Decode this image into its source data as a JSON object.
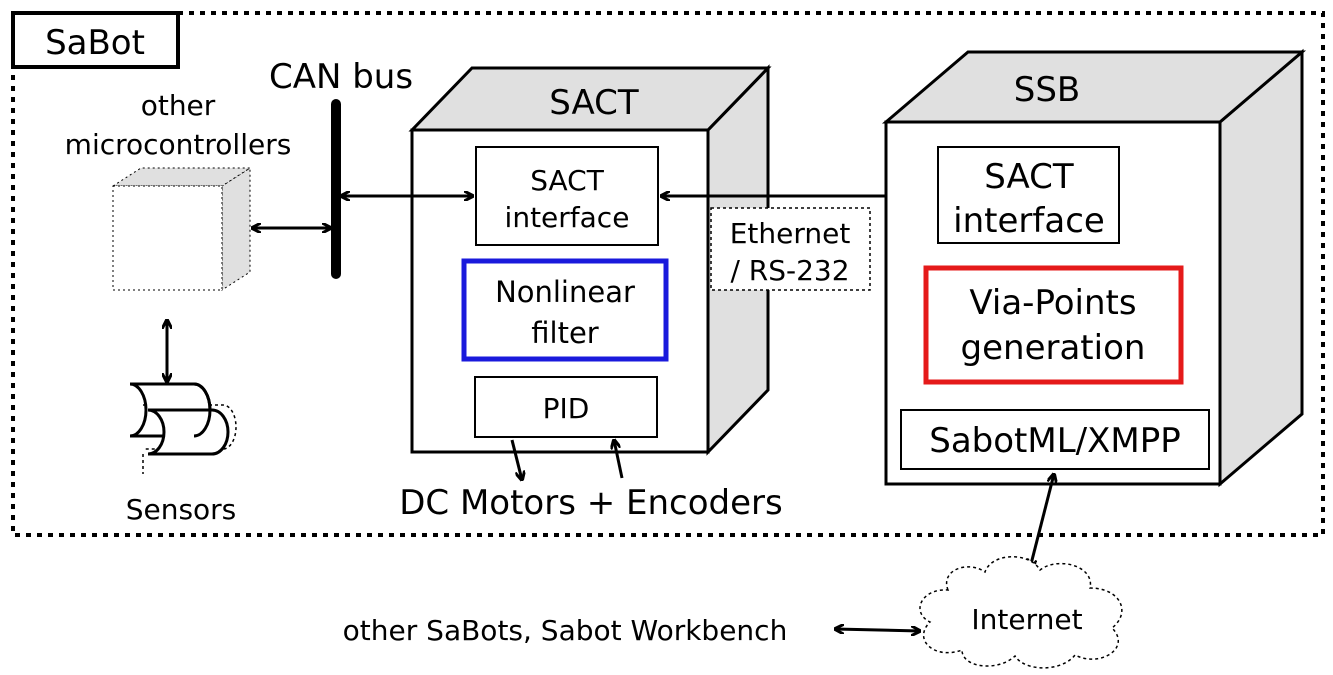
{
  "system_label": "SaBot",
  "can_bus_label": "CAN bus",
  "other_microcontrollers": {
    "line1": "other",
    "line2": "microcontrollers"
  },
  "sensors_label": "Sensors",
  "sact": {
    "title": "SACT",
    "interface": {
      "line1": "SACT",
      "line2": "interface"
    },
    "filter": {
      "line1": "Nonlinear",
      "line2": "filter"
    },
    "pid": "PID"
  },
  "motors_label": "DC Motors + Encoders",
  "link_label": {
    "line1": "Ethernet",
    "line2": "/ RS-232"
  },
  "ssb": {
    "title": "SSB",
    "interface": {
      "line1": "SACT",
      "line2": "interface"
    },
    "via_points": {
      "line1": "Via-Points",
      "line2": "generation"
    },
    "protocol": "SabotML/XMPP"
  },
  "internet_label": "Internet",
  "workbench_label": "other SaBots, Sabot Workbench",
  "colors": {
    "filter_border": "#1a1adc",
    "via_points_border": "#e51a1a",
    "box_side": "#e0e0e0"
  }
}
